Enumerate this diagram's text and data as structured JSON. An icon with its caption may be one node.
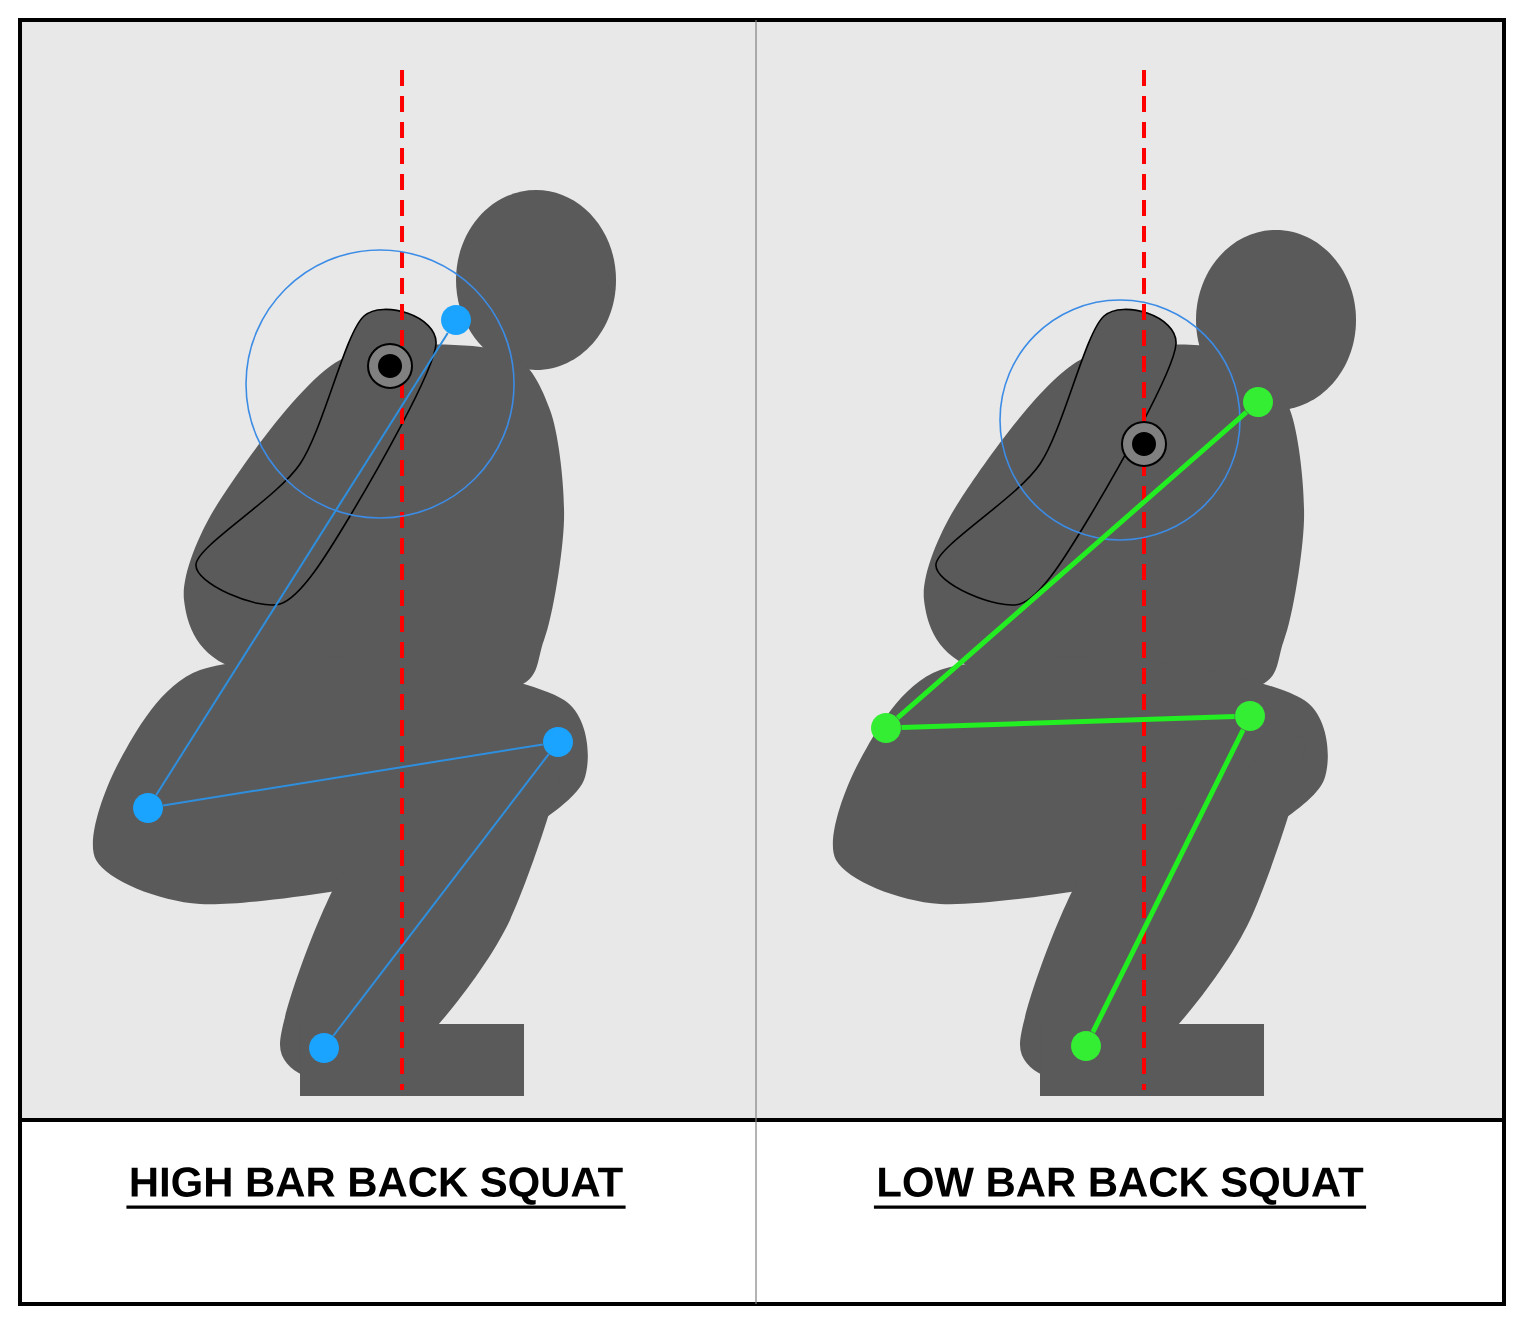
{
  "diagram": {
    "nodes": [
      {
        "text": [],
        "shape": "circle"
      },
      {
        "text": [],
        "shape": "circle"
      },
      {
        "text": [],
        "shape": "circle"
      },
      {
        "text": [],
        "shape": "circle"
      },
      {
        "text": [],
        "shape": "circle"
      },
      {
        "text": [],
        "shape": "circle"
      },
      {
        "text": [],
        "shape": "circle"
      },
      {
        "text": [],
        "shape": "circle"
      }
    ],
    "edges": [
      {
        "from": 0,
        "to": 1,
        "arrow": "none",
        "color": "#2f8fdf"
      },
      {
        "from": 1,
        "to": 2,
        "arrow": "none",
        "color": "#2f8fdf"
      },
      {
        "from": 2,
        "to": 3,
        "arrow": "none",
        "color": "#2f8fdf"
      },
      {
        "from": 4,
        "to": 5,
        "arrow": "none",
        "color": "#22ee22",
        "style": "thick"
      },
      {
        "from": 5,
        "to": 6,
        "arrow": "none",
        "color": "#22ee22",
        "style": "thick"
      },
      {
        "from": 6,
        "to": 7,
        "arrow": "none",
        "color": "#22ee22",
        "style": "thick"
      }
    ],
    "labels": [
      "HIGH BAR BACK SQUAT",
      "LOW BAR BACK SQUAT"
    ]
  }
}
